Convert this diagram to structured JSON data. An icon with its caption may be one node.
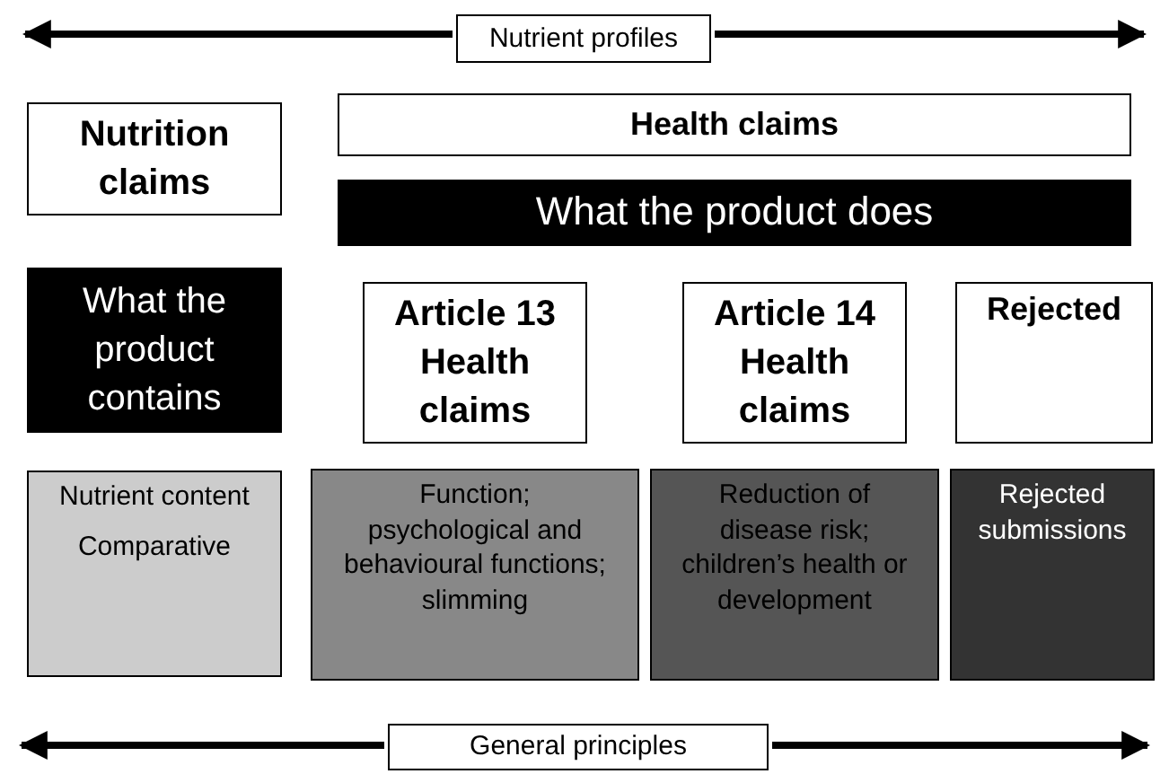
{
  "diagram": {
    "nodes": [
      {
        "text": [
          "Nutrient profiles"
        ]
      },
      {
        "text": [
          "Nutrition claims"
        ]
      },
      {
        "text": [
          "Health claims"
        ]
      },
      {
        "text": [
          "What the product does"
        ]
      },
      {
        "text": [
          "What the product contains"
        ]
      },
      {
        "text": [
          "Article 13 Health claims"
        ]
      },
      {
        "text": [
          "Article 14 Health claims"
        ]
      },
      {
        "text": [
          "Rejected"
        ]
      },
      {
        "text": [
          "Nutrient content",
          "Comparative"
        ]
      },
      {
        "text": [
          "Function; psychological and behavioural functions; slimming"
        ]
      },
      {
        "text": [
          "Reduction of disease risk; children’s health or development"
        ]
      },
      {
        "text": [
          "Rejected submissions"
        ]
      },
      {
        "text": [
          "General principles"
        ]
      }
    ]
  }
}
